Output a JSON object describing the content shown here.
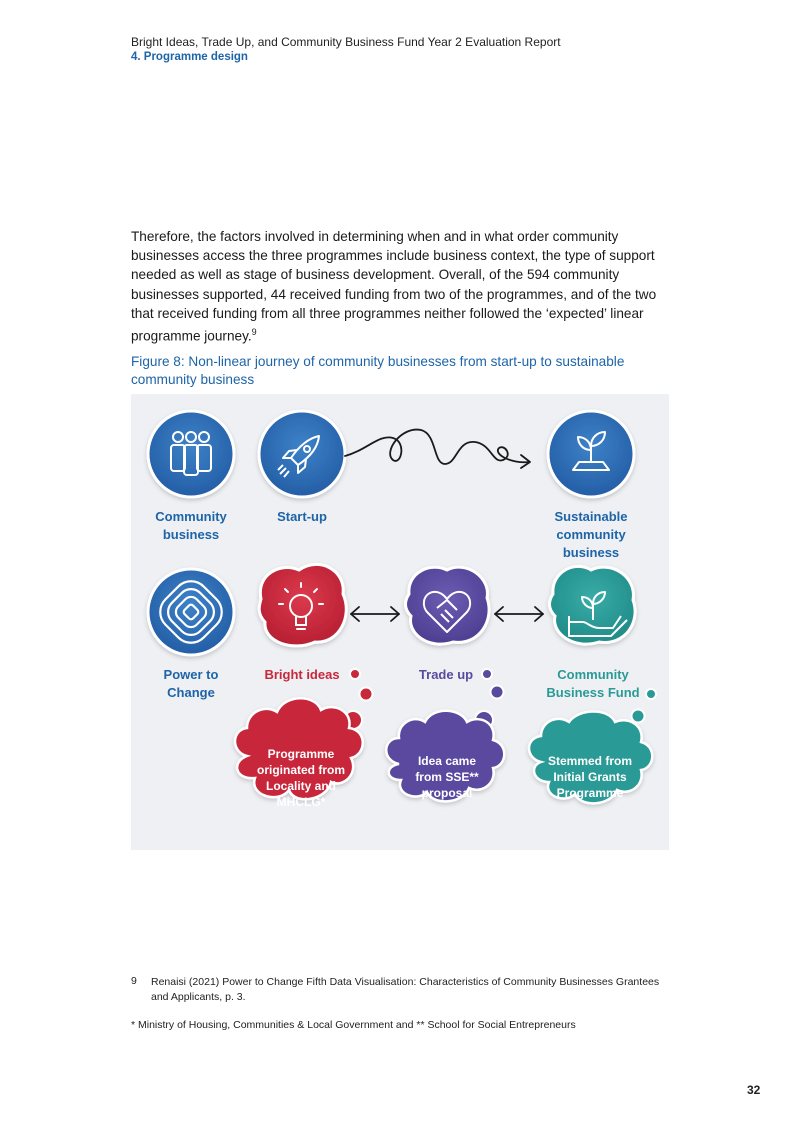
{
  "header": {
    "title": "Bright Ideas, Trade Up, and Community Business Fund Year 2 Evaluation Report",
    "section": "4. Programme design"
  },
  "body": {
    "paragraph": "Therefore, the factors involved in determining when and in what order community businesses access the three programmes include business context, the type of support needed as well as stage of business development. Overall, of the 594 community businesses supported, 44 received funding from two of the programmes, and of the two that received funding from all three programmes neither followed the ‘expected’ linear programme journey.",
    "footnote_ref": "9"
  },
  "figure": {
    "caption": "Figure 8: Non-linear journey of community businesses from start-up to sustainable community business",
    "labels": {
      "community_business": "Community business",
      "start_up": "Start-up",
      "sustainable": "Sustainable community business",
      "power_to_change": "Power to Change",
      "bright_ideas": "Bright ideas",
      "trade_up": "Trade up",
      "cbf": "Community Business Fund"
    },
    "clouds": {
      "bright_ideas": "Programme originated from Locality and MHCLG*",
      "trade_up": "Idea came from SSE** proposal",
      "cbf": "Stemmed from Initial Grants Programme"
    },
    "colors": {
      "blue": "#2d6db4",
      "red": "#c8283a",
      "purple": "#5a4a9e",
      "teal": "#2a9a96",
      "background": "#eef0f4"
    },
    "icons": [
      "people-icon",
      "rocket-icon",
      "plant-icon",
      "power-to-change-logo-icon",
      "lightbulb-icon",
      "handshake-icon",
      "hand-plant-icon"
    ]
  },
  "footnotes": {
    "number": "9",
    "text": "Renaisi (2021) Power to Change Fifth Data Visualisation: Characteristics of Community Businesses Grantees and Applicants, p. 3.",
    "abbreviations": "* Ministry of Housing, Communities & Local Government and ** School for Social Entrepreneurs"
  },
  "page_number": "32"
}
